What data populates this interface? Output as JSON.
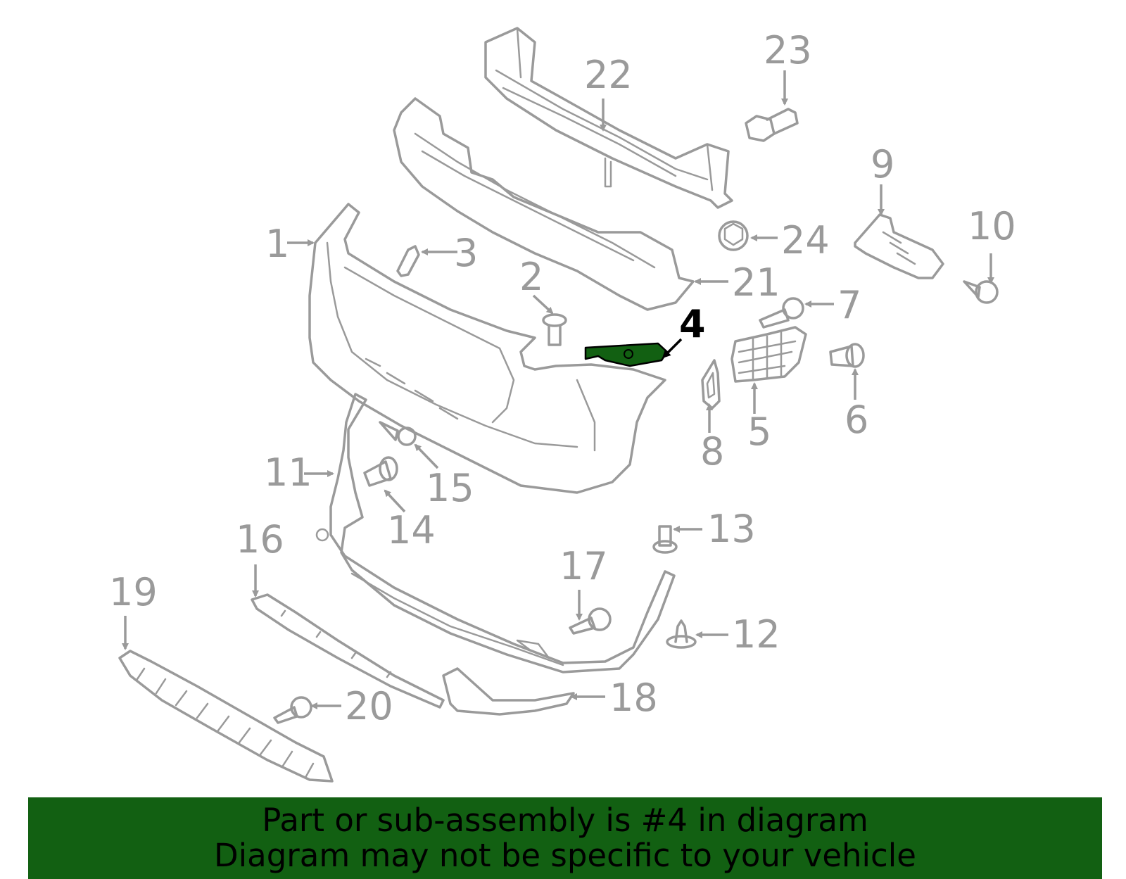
{
  "callouts": {
    "c1": "1",
    "c2": "2",
    "c3": "3",
    "c4": "4",
    "c5": "5",
    "c6": "6",
    "c7": "7",
    "c8": "8",
    "c9": "9",
    "c10": "10",
    "c11": "11",
    "c12": "12",
    "c13": "13",
    "c14": "14",
    "c15": "15",
    "c16": "16",
    "c17": "17",
    "c18": "18",
    "c19": "19",
    "c20": "20",
    "c21": "21",
    "c22": "22",
    "c23": "23",
    "c24": "24"
  },
  "highlight": {
    "part": "4",
    "color": "#126012"
  },
  "banner": {
    "line1": "Part or sub-assembly is #4 in diagram",
    "line2": "Diagram may not be specific to your vehicle",
    "bg_color": "#126012"
  }
}
